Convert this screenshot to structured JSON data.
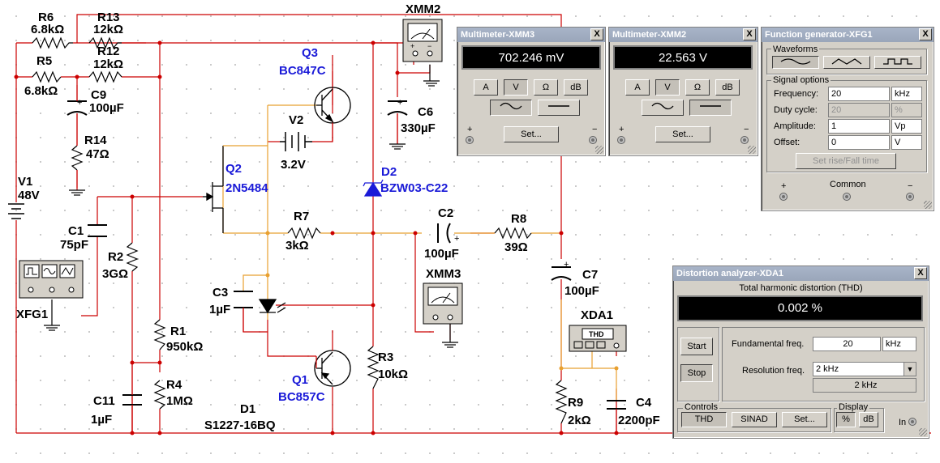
{
  "schematic": {
    "labels": {
      "R6": "R6",
      "R6_val": "6.8kΩ",
      "R13": "R13",
      "R13_val": "12kΩ",
      "R12": "R12",
      "R12_val": "12kΩ",
      "R5": "R5",
      "R5_val": "6.8kΩ",
      "C9": "C9",
      "C9_val": "100µF",
      "R14": "R14",
      "R14_val": "47Ω",
      "V1": "V1",
      "V1_val": "48V",
      "C1": "C1",
      "C1_val": "75pF",
      "XFG1": "XFG1",
      "R2": "R2",
      "R2_val": "3GΩ",
      "R1": "R1",
      "R1_val": "950kΩ",
      "R4": "R4",
      "R4_val": "1MΩ",
      "C11": "C11",
      "C11_val": "1µF",
      "Q2": "Q2",
      "Q2_val": "2N5484",
      "Q3": "Q3",
      "Q3_val": "BC847C",
      "V2": "V2",
      "V2_val": "3.2V",
      "R7": "R7",
      "R7_val": "3kΩ",
      "C3": "C3",
      "C3_val": "1µF",
      "Q1": "Q1",
      "Q1_val": "BC857C",
      "D1": "D1",
      "D1_val": "S1227-16BQ",
      "D2": "D2",
      "D2_val": "BZW03-C22",
      "XMM2": "XMM2",
      "C6": "C6",
      "C6_val": "330µF",
      "C2": "C2",
      "C2_val": "100µF",
      "R8": "R8",
      "R8_val": "39Ω",
      "XMM3": "XMM3",
      "R3": "R3",
      "R3_val": "10kΩ",
      "C7": "C7",
      "C7_val": "100µF",
      "XDA1": "XDA1",
      "XDA1_box": "THD",
      "R9": "R9",
      "R9_val": "2kΩ",
      "C4": "C4",
      "C4_val": "2200pF"
    }
  },
  "mm_xmm3": {
    "title": "Multimeter-XMM3",
    "close": "X",
    "reading": "702.246 mV",
    "buttons": [
      "A",
      "V",
      "Ω",
      "dB"
    ],
    "selected_mode": "V",
    "set_label": "Set...",
    "plus": "+",
    "minus": "−"
  },
  "mm_xmm2": {
    "title": "Multimeter-XMM2",
    "close": "X",
    "reading": "22.563 V",
    "buttons": [
      "A",
      "V",
      "Ω",
      "dB"
    ],
    "selected_mode": "V",
    "set_label": "Set...",
    "plus": "+",
    "minus": "−"
  },
  "fgen": {
    "title": "Function generator-XFG1",
    "close": "X",
    "waveforms_label": "Waveforms",
    "signal_options_label": "Signal options",
    "frequency_label": "Frequency:",
    "frequency_value": "20",
    "frequency_unit": "kHz",
    "duty_label": "Duty cycle:",
    "duty_value": "20",
    "duty_unit": "%",
    "amplitude_label": "Amplitude:",
    "amplitude_value": "1",
    "amplitude_unit": "Vp",
    "offset_label": "Offset:",
    "offset_value": "0",
    "offset_unit": "V",
    "rise_fall_label": "Set rise/Fall time",
    "plus": "+",
    "common": "Common",
    "minus": "−"
  },
  "dist": {
    "title": "Distortion analyzer-XDA1",
    "close": "X",
    "thd_heading": "Total harmonic distortion (THD)",
    "reading": "0.002 %",
    "start_label": "Start",
    "stop_label": "Stop",
    "fundamental_label": "Fundamental freq.",
    "fundamental_value": "20",
    "fundamental_unit": "kHz",
    "resolution_label": "Resolution freq.",
    "resolution_value": "2 kHz",
    "resolution_readout": "2 kHz",
    "controls_label": "Controls",
    "thd_btn": "THD",
    "sinad_btn": "SINAD",
    "set_btn": "Set...",
    "display_label": "Display",
    "pct_btn": "%",
    "db_btn": "dB",
    "in_label": "In"
  },
  "colors": {
    "wire_red": "#cc0000",
    "wire_orange": "#e8a030",
    "part_blue": "#1a1ad8",
    "window_face": "#d4d0c8"
  }
}
